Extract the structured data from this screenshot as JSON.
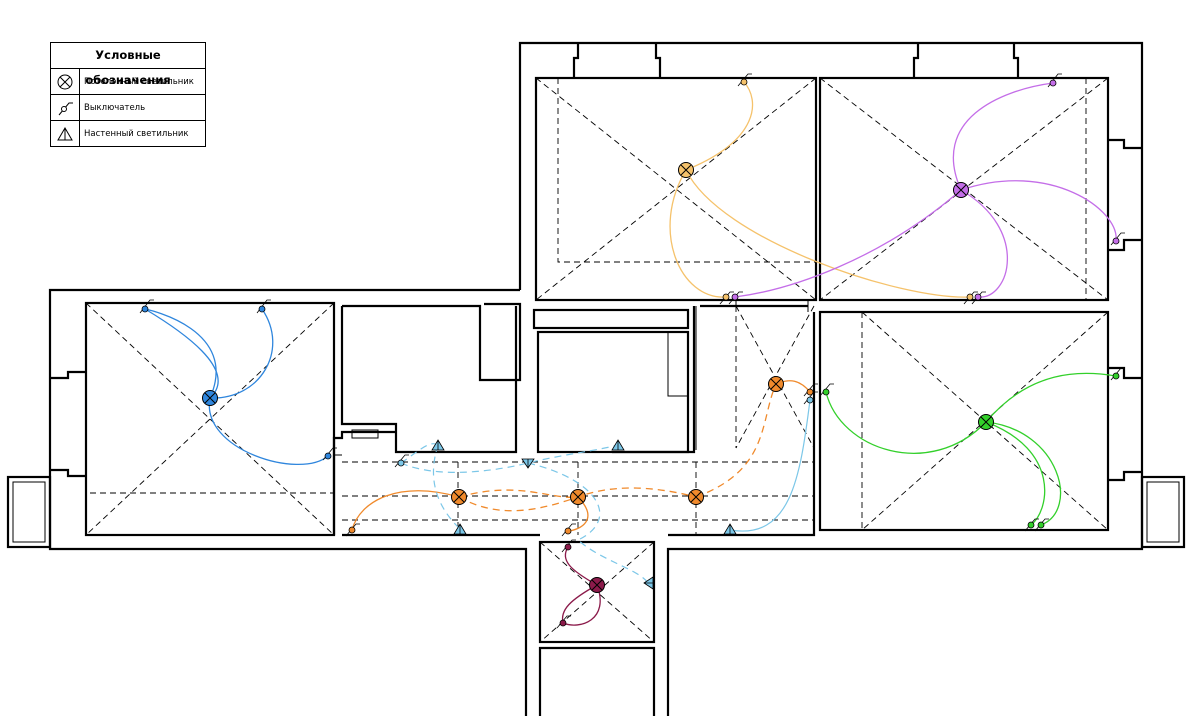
{
  "legend": {
    "title": "Условные обозначения",
    "items": [
      {
        "symbol": "ceiling-light-icon",
        "label": "Потолочный светильник"
      },
      {
        "symbol": "switch-icon",
        "label": "Выключатель"
      },
      {
        "symbol": "wall-light-icon",
        "label": "Настенный светильник"
      }
    ]
  },
  "circuit_colors": {
    "blue": "#2f86dd",
    "yellow": "#f5c26b",
    "purple": "#c46ee8",
    "green": "#33d02b",
    "orange": "#f08a2c",
    "light_blue": "#7cc7e8",
    "maroon": "#8b1a4a"
  }
}
